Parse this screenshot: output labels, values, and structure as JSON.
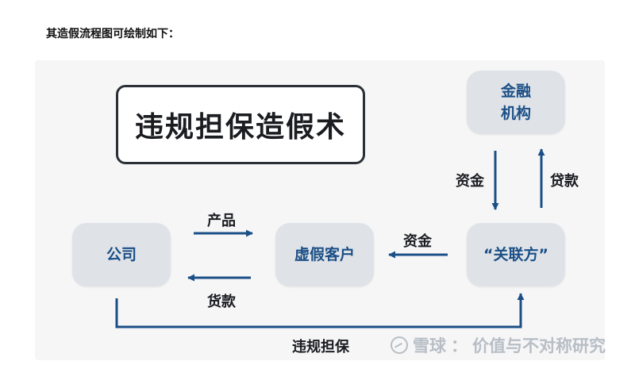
{
  "intro_text": "其造假流程图可绘制如下：",
  "diagram": {
    "title": "违规担保造假术",
    "nodes": {
      "company": [
        "公司"
      ],
      "fake_customer": [
        "虚假客户"
      ],
      "related_party": [
        "“关联方”"
      ],
      "financial_institution": [
        "金融",
        "机构"
      ]
    },
    "edge_labels": {
      "product": "产品",
      "loan_back": "货款",
      "funds_to_fake": "资金",
      "funds_to_related": "资金",
      "loan_to_finance": "贷款",
      "guarantee": "违规担保"
    },
    "colors": {
      "arrow": "#1b4f86",
      "node_fill": "#dfe3e8",
      "node_text": "#1b4f86"
    }
  },
  "watermark": {
    "logo_icon": "snowball-logo-icon",
    "brand": "雪球",
    "separator": "：",
    "author": "价值与不对称研究"
  }
}
